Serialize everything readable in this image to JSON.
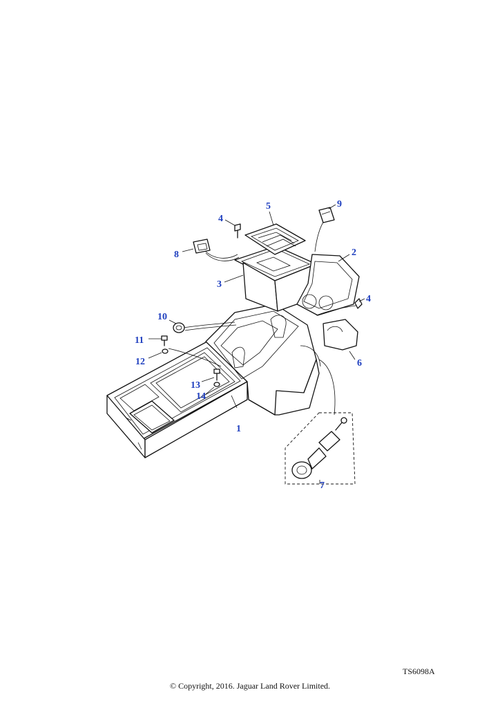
{
  "figure_code": "TS6098A",
  "copyright": "© Copyright, 2016. Jaguar Land Rover Limited.",
  "callouts": {
    "c1": "1",
    "c2": "2",
    "c3": "3",
    "c4a": "4",
    "c4b": "4",
    "c5": "5",
    "c6": "6",
    "c7": "7",
    "c8": "8",
    "c9": "9",
    "c10": "10",
    "c11": "11",
    "c12": "12",
    "c13": "13",
    "c14": "14"
  },
  "colors": {
    "callout": "#1f3fbf",
    "line": "#111111"
  }
}
